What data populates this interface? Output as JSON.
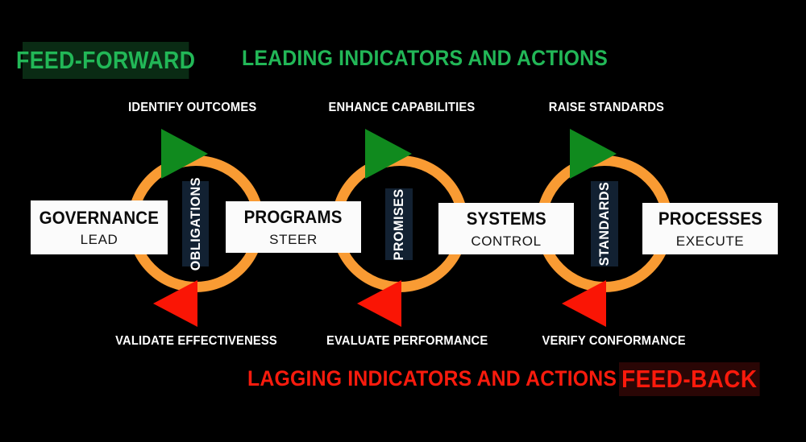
{
  "diagram": {
    "title": "Feed-Forward / Feed-Back Governance Cycle",
    "background_color": "#000000",
    "colors": {
      "orange_ring": "#F99B33",
      "green_arrow": "#108A1E",
      "red_arrow": "#FA1505",
      "navy_box": "#122132",
      "white_box": "#FBFBFB",
      "green_text": "#22B757",
      "red_text": "#FA1A0C",
      "feed_forward_banner_bg": "#0A2B14",
      "feed_back_banner_bg": "#2A0605"
    }
  },
  "header": {
    "feed_forward_label": "FEED-FORWARD",
    "leading_text": "LEADING INDICATORS AND ACTIONS"
  },
  "footer": {
    "lagging_text": "LAGGING INDICATORS AND ACTIONS",
    "feed_back_label": "FEED-BACK"
  },
  "stages": [
    {
      "title": "GOVERNANCE",
      "subtitle": "LEAD"
    },
    {
      "title": "PROGRAMS",
      "subtitle": "STEER"
    },
    {
      "title": "SYSTEMS",
      "subtitle": "CONTROL"
    },
    {
      "title": "PROCESSES",
      "subtitle": "EXECUTE"
    }
  ],
  "connectors": [
    {
      "label": "OBLIGATIONS"
    },
    {
      "label": "PROMISES"
    },
    {
      "label": "STANDARDS"
    }
  ],
  "cycles": [
    {
      "top_label": "IDENTIFY OUTCOMES",
      "bottom_label": "VALIDATE  EFFECTIVENESS",
      "top_arrow_direction": "right",
      "bottom_arrow_direction": "left"
    },
    {
      "top_label": "ENHANCE CAPABILITIES",
      "bottom_label": "EVALUATE PERFORMANCE",
      "top_arrow_direction": "right",
      "bottom_arrow_direction": "left"
    },
    {
      "top_label": "RAISE STANDARDS",
      "bottom_label": "VERIFY CONFORMANCE",
      "top_arrow_direction": "right",
      "bottom_arrow_direction": "left"
    }
  ]
}
